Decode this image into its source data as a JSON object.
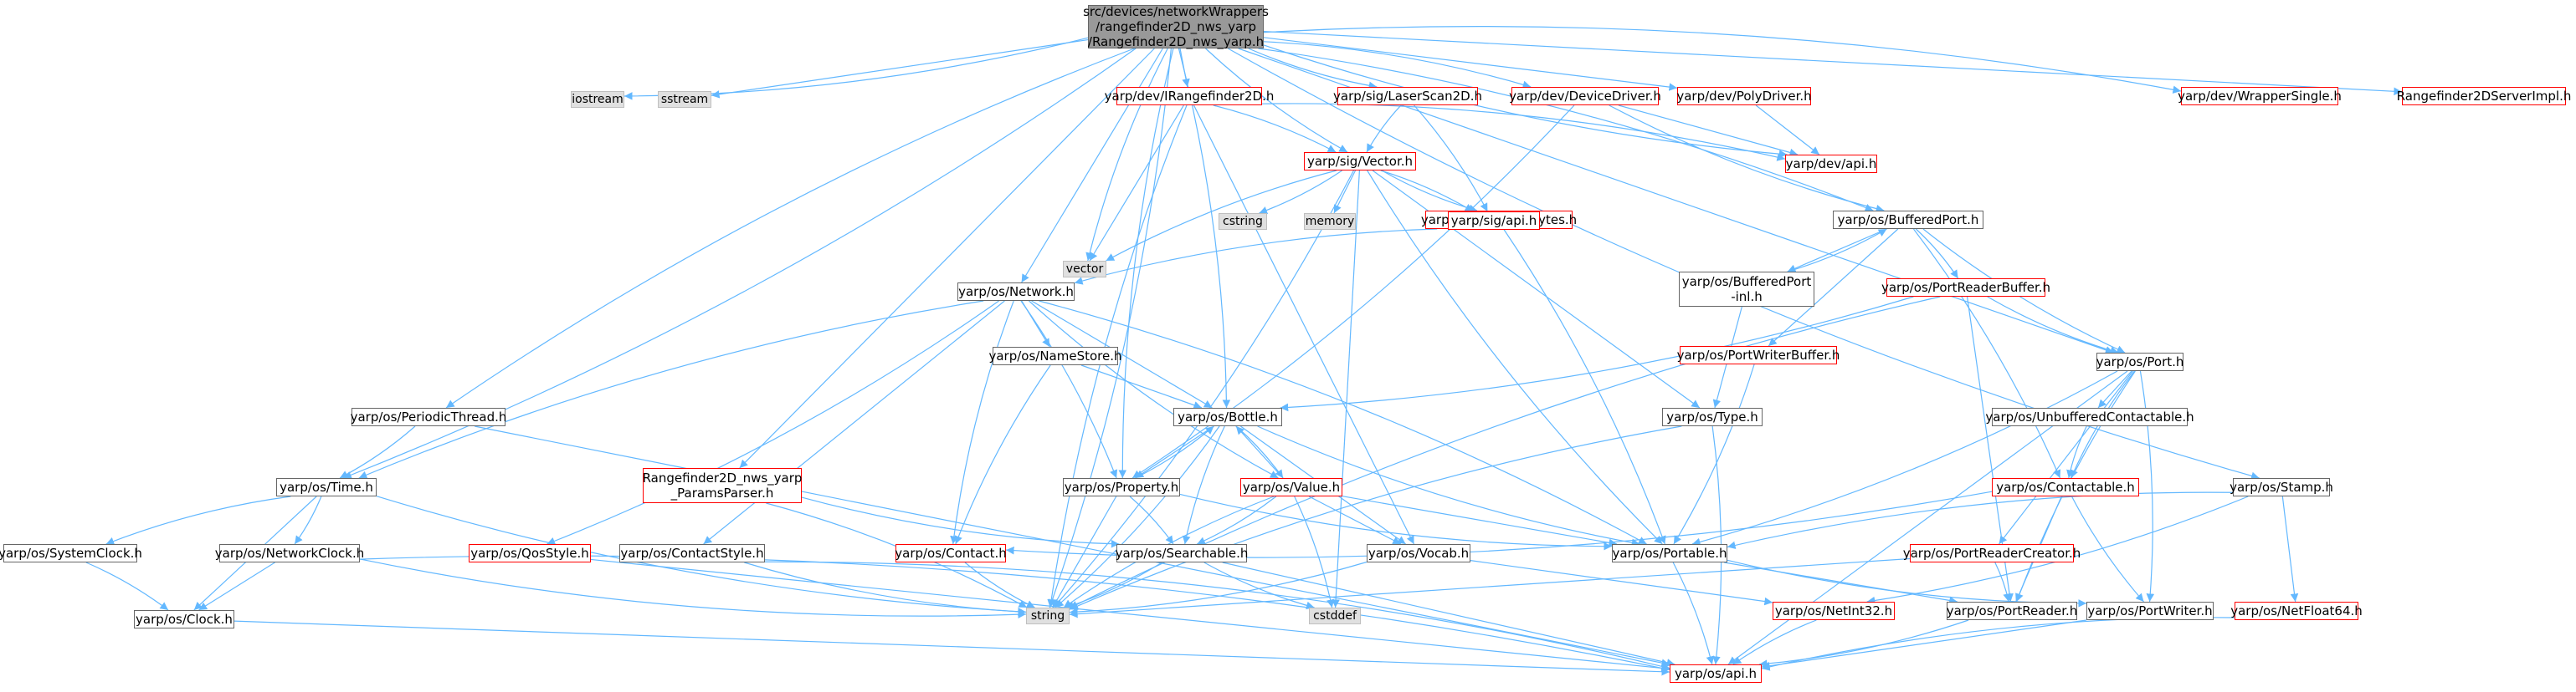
{
  "colors": {
    "edge": "#63b8ff",
    "node_border": "#666666",
    "red_border": "#ff0000",
    "external_fill": "#e0e0e0",
    "root_fill": "#999999"
  },
  "nodes": [
    {
      "id": "root",
      "label": "src/devices/networkWrappers\n/rangefinder2D_nws_yarp\n/Rangefinder2D_nws_yarp.h",
      "kind": "root"
    },
    {
      "id": "iostream",
      "label": "iostream",
      "kind": "external"
    },
    {
      "id": "sstream",
      "label": "sstream",
      "kind": "external"
    },
    {
      "id": "vector",
      "label": "vector",
      "kind": "external"
    },
    {
      "id": "cstring",
      "label": "cstring",
      "kind": "external"
    },
    {
      "id": "memory",
      "label": "memory",
      "kind": "external"
    },
    {
      "id": "string",
      "label": "string",
      "kind": "external"
    },
    {
      "id": "cstddef",
      "label": "cstddef",
      "kind": "external"
    },
    {
      "id": "irange",
      "label": "yarp/dev/IRangefinder2D.h",
      "kind": "red"
    },
    {
      "id": "laserscan",
      "label": "yarp/sig/LaserScan2D.h",
      "kind": "red"
    },
    {
      "id": "devicedriver",
      "label": "yarp/dev/DeviceDriver.h",
      "kind": "red"
    },
    {
      "id": "polydriver",
      "label": "yarp/dev/PolyDriver.h",
      "kind": "red"
    },
    {
      "id": "devapi",
      "label": "yarp/dev/api.h",
      "kind": "red"
    },
    {
      "id": "wrappersingle",
      "label": "yarp/dev/WrapperSingle.h",
      "kind": "red"
    },
    {
      "id": "serverimpl",
      "label": "Rangefinder2DServerImpl.h",
      "kind": "red"
    },
    {
      "id": "sigvector",
      "label": "yarp/sig/Vector.h",
      "kind": "red"
    },
    {
      "id": "managedbytes",
      "label": "yarp/os/ManagedBytes.h",
      "kind": "red"
    },
    {
      "id": "sigapi",
      "label": "yarp/sig/api.h",
      "kind": "red"
    },
    {
      "id": "bufferedport",
      "label": "yarp/os/BufferedPort.h",
      "kind": "normal"
    },
    {
      "id": "bufferedportinl",
      "label": "yarp/os/BufferedPort\n-inl.h",
      "kind": "normal"
    },
    {
      "id": "portreaderbuffer",
      "label": "yarp/os/PortReaderBuffer.h",
      "kind": "red"
    },
    {
      "id": "portwriterbuffer",
      "label": "yarp/os/PortWriterBuffer.h",
      "kind": "red"
    },
    {
      "id": "network",
      "label": "yarp/os/Network.h",
      "kind": "normal"
    },
    {
      "id": "namestore",
      "label": "yarp/os/NameStore.h",
      "kind": "normal"
    },
    {
      "id": "periodicthread",
      "label": "yarp/os/PeriodicThread.h",
      "kind": "normal"
    },
    {
      "id": "time",
      "label": "yarp/os/Time.h",
      "kind": "normal"
    },
    {
      "id": "systemclock",
      "label": "yarp/os/SystemClock.h",
      "kind": "normal"
    },
    {
      "id": "networkclock",
      "label": "yarp/os/NetworkClock.h",
      "kind": "normal"
    },
    {
      "id": "clock",
      "label": "yarp/os/Clock.h",
      "kind": "normal"
    },
    {
      "id": "paramsparser",
      "label": "Rangefinder2D_nws_yarp\n_ParamsParser.h",
      "kind": "red"
    },
    {
      "id": "qosstyle",
      "label": "yarp/os/QosStyle.h",
      "kind": "red"
    },
    {
      "id": "contactstyle",
      "label": "yarp/os/ContactStyle.h",
      "kind": "normal"
    },
    {
      "id": "bottle",
      "label": "yarp/os/Bottle.h",
      "kind": "normal"
    },
    {
      "id": "property",
      "label": "yarp/os/Property.h",
      "kind": "normal"
    },
    {
      "id": "value",
      "label": "yarp/os/Value.h",
      "kind": "red"
    },
    {
      "id": "contact",
      "label": "yarp/os/Contact.h",
      "kind": "red"
    },
    {
      "id": "searchable",
      "label": "yarp/os/Searchable.h",
      "kind": "normal"
    },
    {
      "id": "vocab",
      "label": "yarp/os/Vocab.h",
      "kind": "normal"
    },
    {
      "id": "type",
      "label": "yarp/os/Type.h",
      "kind": "normal"
    },
    {
      "id": "portable",
      "label": "yarp/os/Portable.h",
      "kind": "normal"
    },
    {
      "id": "port",
      "label": "yarp/os/Port.h",
      "kind": "normal"
    },
    {
      "id": "unbuffered",
      "label": "yarp/os/UnbufferedContactable.h",
      "kind": "normal"
    },
    {
      "id": "contactable",
      "label": "yarp/os/Contactable.h",
      "kind": "red"
    },
    {
      "id": "portreadercreator",
      "label": "yarp/os/PortReaderCreator.h",
      "kind": "red"
    },
    {
      "id": "stamp",
      "label": "yarp/os/Stamp.h",
      "kind": "normal"
    },
    {
      "id": "netint32",
      "label": "yarp/os/NetInt32.h",
      "kind": "red"
    },
    {
      "id": "portreader",
      "label": "yarp/os/PortReader.h",
      "kind": "normal"
    },
    {
      "id": "portwriter",
      "label": "yarp/os/PortWriter.h",
      "kind": "normal"
    },
    {
      "id": "netfloat64",
      "label": "yarp/os/NetFloat64.h",
      "kind": "red"
    },
    {
      "id": "osapi",
      "label": "yarp/os/api.h",
      "kind": "red"
    }
  ],
  "edges": [
    [
      "root",
      "iostream"
    ],
    [
      "root",
      "sstream"
    ],
    [
      "root",
      "vector"
    ],
    [
      "root",
      "string"
    ],
    [
      "root",
      "irange"
    ],
    [
      "root",
      "laserscan"
    ],
    [
      "root",
      "devicedriver"
    ],
    [
      "root",
      "polydriver"
    ],
    [
      "root",
      "devapi"
    ],
    [
      "root",
      "wrappersingle"
    ],
    [
      "root",
      "serverimpl"
    ],
    [
      "root",
      "sigvector"
    ],
    [
      "root",
      "bufferedport"
    ],
    [
      "root",
      "network"
    ],
    [
      "root",
      "periodicthread"
    ],
    [
      "root",
      "time"
    ],
    [
      "root",
      "paramsparser"
    ],
    [
      "root",
      "property"
    ],
    [
      "root",
      "bottle"
    ],
    [
      "root",
      "port"
    ],
    [
      "root",
      "stamp"
    ],
    [
      "irange",
      "sigvector"
    ],
    [
      "irange",
      "vector"
    ],
    [
      "irange",
      "string"
    ],
    [
      "irange",
      "devapi"
    ],
    [
      "irange",
      "vocab"
    ],
    [
      "laserscan",
      "sigvector"
    ],
    [
      "laserscan",
      "sigapi"
    ],
    [
      "devicedriver",
      "devapi"
    ],
    [
      "devicedriver",
      "bufferedport"
    ],
    [
      "devicedriver",
      "property"
    ],
    [
      "polydriver",
      "devapi"
    ],
    [
      "sigvector",
      "vector"
    ],
    [
      "sigvector",
      "cstring"
    ],
    [
      "sigvector",
      "memory"
    ],
    [
      "sigvector",
      "managedbytes"
    ],
    [
      "sigvector",
      "sigapi"
    ],
    [
      "sigvector",
      "type"
    ],
    [
      "sigvector",
      "portable"
    ],
    [
      "sigvector",
      "string"
    ],
    [
      "sigvector",
      "cstddef"
    ],
    [
      "managedbytes",
      "network"
    ],
    [
      "managedbytes",
      "portable"
    ],
    [
      "bufferedport",
      "bufferedportinl"
    ],
    [
      "bufferedportinl",
      "bufferedport"
    ],
    [
      "bufferedport",
      "portreaderbuffer"
    ],
    [
      "bufferedport",
      "portwriterbuffer"
    ],
    [
      "bufferedport",
      "port"
    ],
    [
      "bufferedport",
      "contactable"
    ],
    [
      "bufferedportinl",
      "type"
    ],
    [
      "portreaderbuffer",
      "port"
    ],
    [
      "portreaderbuffer",
      "bottle"
    ],
    [
      "portreaderbuffer",
      "portreader"
    ],
    [
      "portreaderbuffer",
      "string"
    ],
    [
      "portwriterbuffer",
      "portable"
    ],
    [
      "network",
      "namestore"
    ],
    [
      "network",
      "time"
    ],
    [
      "network",
      "qosstyle"
    ],
    [
      "network",
      "contactstyle"
    ],
    [
      "network",
      "contact"
    ],
    [
      "network",
      "property"
    ],
    [
      "network",
      "bottle"
    ],
    [
      "network",
      "value"
    ],
    [
      "network",
      "portable"
    ],
    [
      "namestore",
      "bottle"
    ],
    [
      "namestore",
      "contact"
    ],
    [
      "periodicthread",
      "time"
    ],
    [
      "periodicthread",
      "osapi"
    ],
    [
      "time",
      "systemclock"
    ],
    [
      "time",
      "networkclock"
    ],
    [
      "time",
      "clock"
    ],
    [
      "time",
      "string"
    ],
    [
      "systemclock",
      "clock"
    ],
    [
      "networkclock",
      "clock"
    ],
    [
      "networkclock",
      "string"
    ],
    [
      "networkclock",
      "osapi"
    ],
    [
      "clock",
      "osapi"
    ],
    [
      "paramsparser",
      "searchable"
    ],
    [
      "paramsparser",
      "string"
    ],
    [
      "qosstyle",
      "osapi"
    ],
    [
      "contactstyle",
      "string"
    ],
    [
      "contactstyle",
      "osapi"
    ],
    [
      "bottle",
      "property"
    ],
    [
      "property",
      "bottle"
    ],
    [
      "bottle",
      "value"
    ],
    [
      "value",
      "bottle"
    ],
    [
      "bottle",
      "searchable"
    ],
    [
      "bottle",
      "string"
    ],
    [
      "bottle",
      "vocab"
    ],
    [
      "bottle",
      "portable"
    ],
    [
      "property",
      "searchable"
    ],
    [
      "property",
      "string"
    ],
    [
      "property",
      "portable"
    ],
    [
      "value",
      "searchable"
    ],
    [
      "value",
      "vocab"
    ],
    [
      "value",
      "string"
    ],
    [
      "value",
      "cstddef"
    ],
    [
      "value",
      "portable"
    ],
    [
      "contact",
      "string"
    ],
    [
      "searchable",
      "string"
    ],
    [
      "searchable",
      "osapi"
    ],
    [
      "searchable",
      "cstddef"
    ],
    [
      "vocab",
      "string"
    ],
    [
      "vocab",
      "netint32"
    ],
    [
      "type",
      "string"
    ],
    [
      "type",
      "osapi"
    ],
    [
      "portable",
      "portreader"
    ],
    [
      "portable",
      "portwriter"
    ],
    [
      "portable",
      "osapi"
    ],
    [
      "port",
      "unbuffered"
    ],
    [
      "port",
      "contactable"
    ],
    [
      "port",
      "portable"
    ],
    [
      "port",
      "portreadercreator"
    ],
    [
      "port",
      "portreader"
    ],
    [
      "port",
      "portwriter"
    ],
    [
      "port",
      "osapi"
    ],
    [
      "unbuffered",
      "contactable"
    ],
    [
      "contactable",
      "contact"
    ],
    [
      "contactable",
      "portreader"
    ],
    [
      "contactable",
      "portwriter"
    ],
    [
      "portreadercreator",
      "portreader"
    ],
    [
      "portreadercreator",
      "string"
    ],
    [
      "stamp",
      "portable"
    ],
    [
      "stamp",
      "netint32"
    ],
    [
      "stamp",
      "netfloat64"
    ],
    [
      "netint32",
      "osapi"
    ],
    [
      "portreader",
      "osapi"
    ],
    [
      "portwriter",
      "osapi"
    ],
    [
      "netfloat64",
      "osapi"
    ]
  ]
}
